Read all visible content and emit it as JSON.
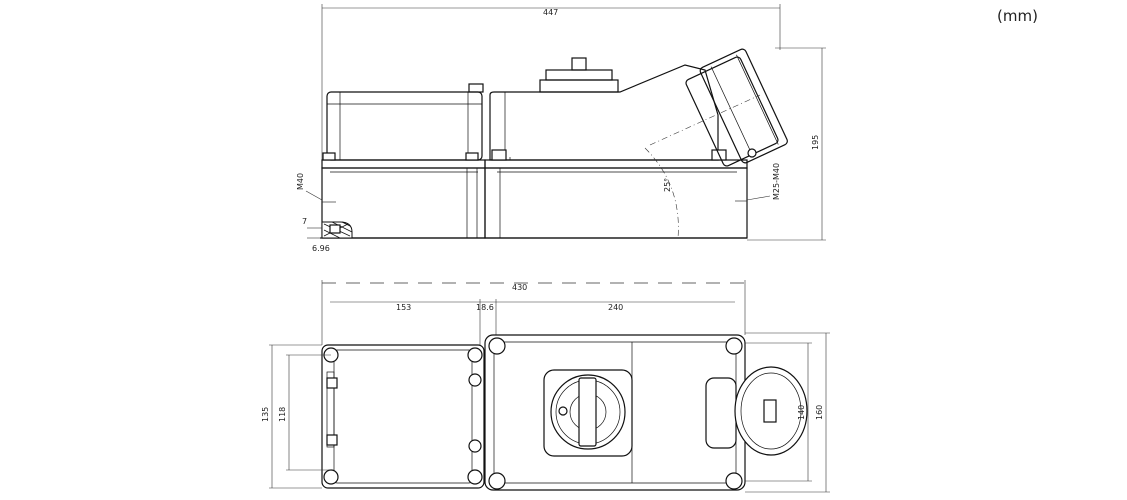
{
  "unit_label": "(mm)",
  "side_view": {
    "overall_length": "447",
    "overall_height": "195",
    "tilt_angle": "25°",
    "left_gland": "M40",
    "right_gland": "M25-M40",
    "seal_depth": "7",
    "seal_width": "6.96"
  },
  "top_view": {
    "overall_length": "430",
    "left_box_pitch": "153",
    "gap": "18.6",
    "right_box_pitch": "240",
    "left_box_height": "135",
    "left_box_pitch_height": "118",
    "right_box_pitch_height": "140",
    "right_box_height": "160"
  }
}
